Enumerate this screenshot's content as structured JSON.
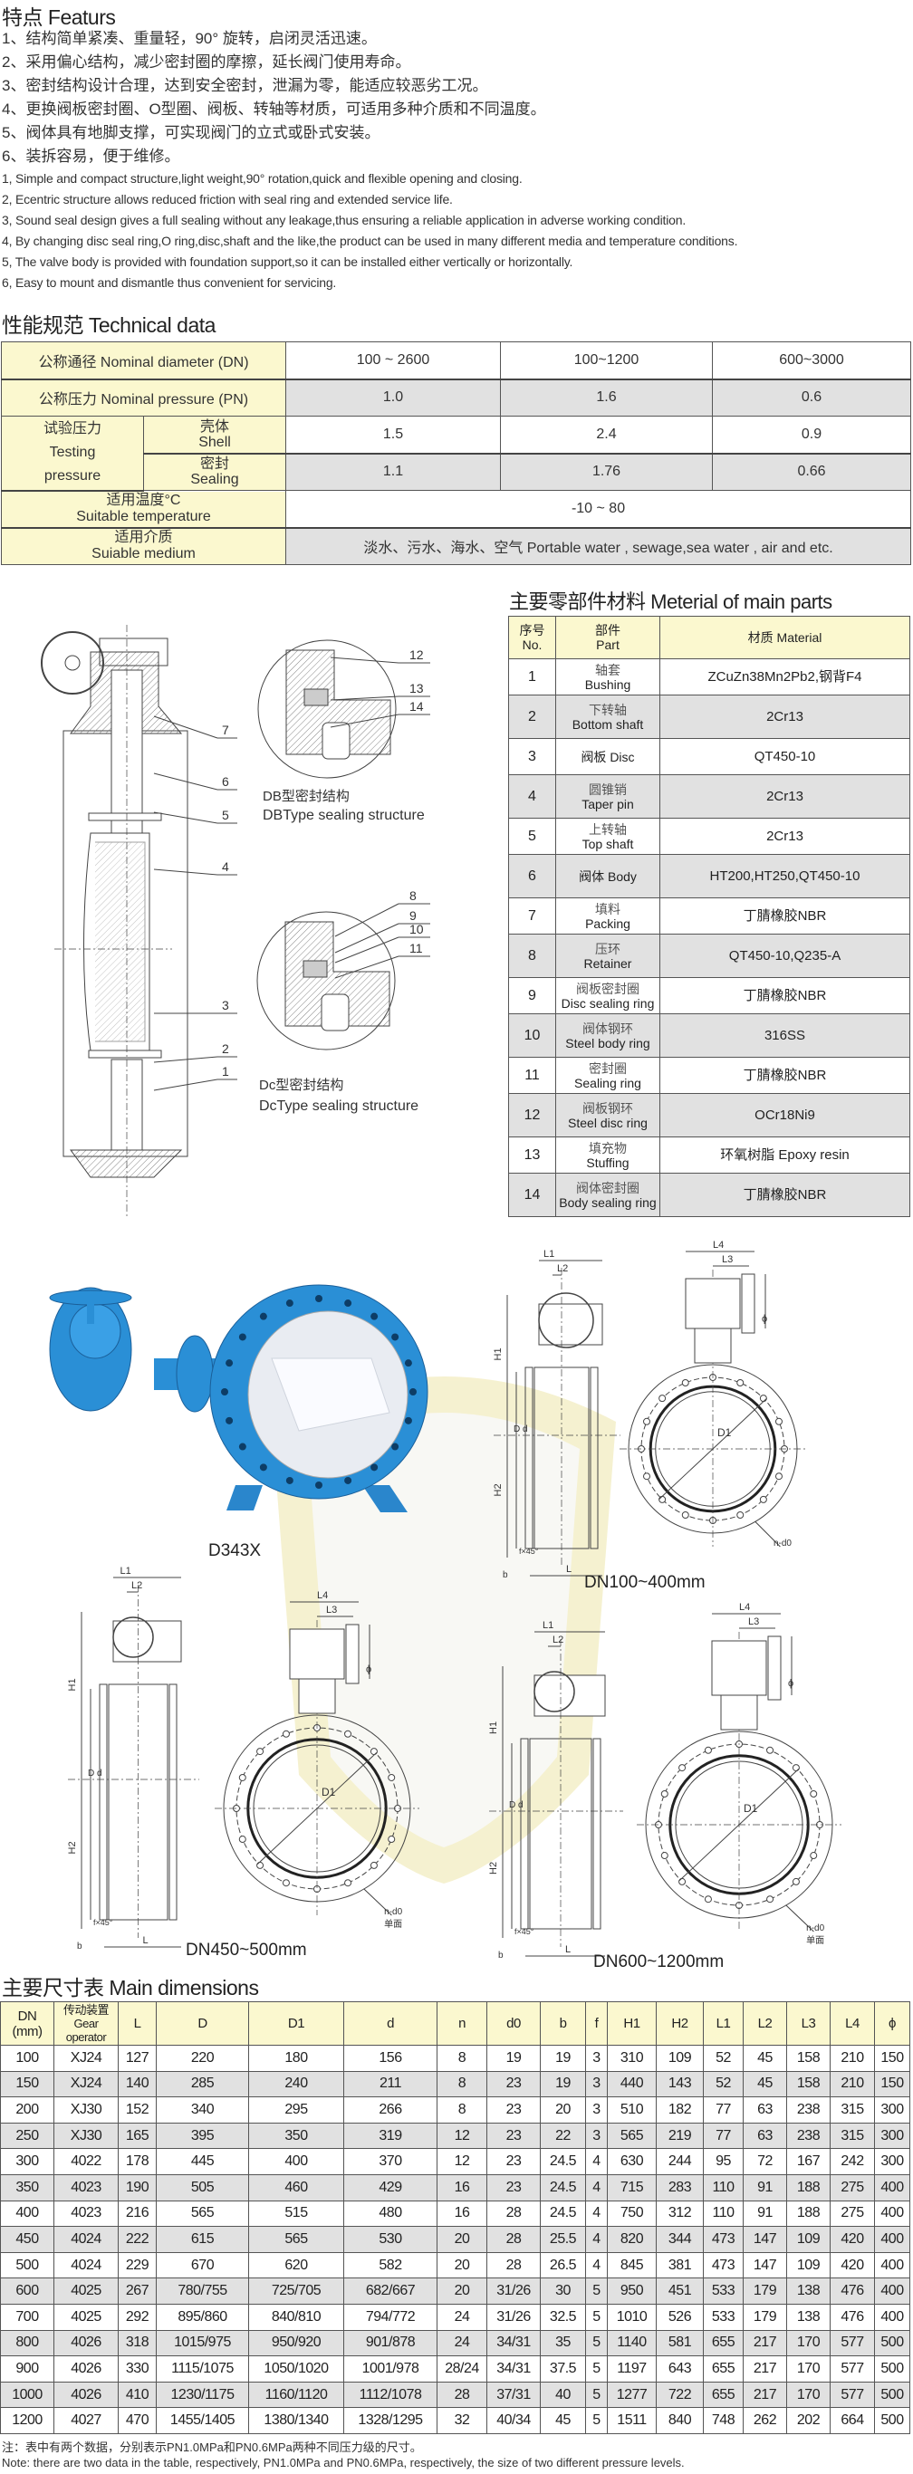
{
  "features": {
    "title": "特点 Featurs",
    "cn": [
      "1、结构简单紧凑、重量轻，90° 旋转，启闭灵活迅速。",
      "2、采用偏心结构，减少密封圈的摩擦，延长阀门使用寿命。",
      "3、密封结构设计合理，达到安全密封，泄漏为零，能适应较恶劣工况。",
      "4、更换阀板密封圈、O型圈、阀板、转轴等材质，可适用多种介质和不同温度。",
      "5、阀体具有地脚支撑，可实现阀门的立式或卧式安装。",
      "6、装拆容易，便于维修。"
    ],
    "en": [
      "1, Simple and compact structure,light weight,90° rotation,quick and flexible opening and closing.",
      "2, Ecentric structure allows reduced friction with seal ring and extended service life.",
      "3, Sound seal design gives a full sealing without any leakage,thus ensuring a reliable application in adverse working condition.",
      "4, By changing disc seal ring,O ring,disc,shaft and the like,the product can be used in many different media and temperature conditions.",
      "5, The valve body is provided with foundation support,so it can be installed either vertically or horizontally.",
      "6, Easy to mount and dismantle thus convenient for servicing."
    ]
  },
  "technical": {
    "title": "性能规范 Technical data",
    "nominal_diameter": {
      "label": "公称通径 Nominal diameter (DN)",
      "values": [
        "100 ~ 2600",
        "100~1200",
        "600~3000"
      ]
    },
    "nominal_pressure": {
      "label": "公称压力  Nominal pressure (PN)",
      "values": [
        "1.0",
        "1.6",
        "0.6"
      ]
    },
    "testing_pressure": {
      "label_cn": "试验压力",
      "label_en1": "Testing",
      "label_en2": "pressure"
    },
    "shell": {
      "label_cn": "壳体",
      "label_en": "Shell",
      "values": [
        "1.5",
        "2.4",
        "0.9"
      ]
    },
    "sealing": {
      "label_cn": "密封",
      "label_en": "Sealing",
      "values": [
        "1.1",
        "1.76",
        "0.66"
      ]
    },
    "temperature": {
      "label_cn": "适用温度°C",
      "label_en": "Suitable temperature",
      "value": "-10 ~ 80"
    },
    "medium": {
      "label_cn": "适用介质",
      "label_en": "Suiable medium",
      "value": "淡水、污水、海水、空气 Portable water , sewage,sea water , air and etc."
    }
  },
  "parts": {
    "title": "主要零部件材料 Meterial of main parts",
    "header": {
      "no_cn": "序号",
      "no_en": "No.",
      "part_cn": "部件",
      "part_en": "Part",
      "material": "材质 Material"
    },
    "rows": [
      {
        "no": "1",
        "cn": "轴套",
        "en": "Bushing",
        "material": "ZCuZn38Mn2Pb2,钢背F4"
      },
      {
        "no": "2",
        "cn": "下转轴",
        "en": "Bottom shaft",
        "material": "2Cr13"
      },
      {
        "no": "3",
        "cn": "",
        "en": "阀板 Disc",
        "material": "QT450-10"
      },
      {
        "no": "4",
        "cn": "圆锥销",
        "en": "Taper pin",
        "material": "2Cr13"
      },
      {
        "no": "5",
        "cn": "上转轴",
        "en": "Top shaft",
        "material": "2Cr13"
      },
      {
        "no": "6",
        "cn": "",
        "en": "阀体 Body",
        "material": "HT200,HT250,QT450-10"
      },
      {
        "no": "7",
        "cn": "填料",
        "en": "Packing",
        "material": "丁腈橡胶NBR"
      },
      {
        "no": "8",
        "cn": "压环",
        "en": "Retainer",
        "material": "QT450-10,Q235-A"
      },
      {
        "no": "9",
        "cn": "阀板密封圈",
        "en": "Disc sealing ring",
        "material": "丁腈橡胶NBR"
      },
      {
        "no": "10",
        "cn": "阀体钢环",
        "en": "Steel body ring",
        "material": "316SS"
      },
      {
        "no": "11",
        "cn": "密封圈",
        "en": "Sealing ring",
        "material": "丁腈橡胶NBR"
      },
      {
        "no": "12",
        "cn": "阀板钢环",
        "en": "Steel disc ring",
        "material": "OCr18Ni9"
      },
      {
        "no": "13",
        "cn": "填充物",
        "en": "Stuffing",
        "material": "环氧树脂 Epoxy resin"
      },
      {
        "no": "14",
        "cn": "阀体密封圈",
        "en": "Body sealing ring",
        "material": "丁腈橡胶NBR"
      }
    ]
  },
  "section_drawing": {
    "callouts": [
      "1",
      "2",
      "3",
      "4",
      "5",
      "6",
      "7",
      "8",
      "9",
      "10",
      "11",
      "12",
      "13",
      "14"
    ],
    "db_caption_cn": "DB型密封结构",
    "db_caption_en": "DBType sealing structure",
    "dc_caption_cn": "Dc型密封结构",
    "dc_caption_en": "DcType sealing structure"
  },
  "product": {
    "model": "D343X"
  },
  "drawings": {
    "captions": [
      "DN100~400mm",
      "DN450~500mm",
      "DN600~1200mm"
    ],
    "dims": {
      "L1": "L1",
      "L2": "L2",
      "L3": "L3",
      "L4": "L4",
      "H1": "H1",
      "H2": "H2",
      "D": "D",
      "d": "d",
      "D1": "D1",
      "b": "b",
      "L": "L",
      "f45": "f×45°",
      "nd0": "n-d0",
      "single": "单面",
      "phi": "ϕ"
    }
  },
  "dimensions": {
    "title": "主要尺寸表 Main dimensions",
    "header": {
      "dn1": "DN",
      "dn2": "(mm)",
      "gear1": "传动装置",
      "gear2": "Gear",
      "gear3": "operator",
      "cols": [
        "L",
        "D",
        "D1",
        "d",
        "n",
        "d0",
        "b",
        "f",
        "H1",
        "H2",
        "L1",
        "L2",
        "L3",
        "L4",
        "ϕ"
      ]
    },
    "rows": [
      [
        "100",
        "XJ24",
        "127",
        "220",
        "180",
        "156",
        "8",
        "19",
        "19",
        "3",
        "310",
        "109",
        "52",
        "45",
        "158",
        "210",
        "150"
      ],
      [
        "150",
        "XJ24",
        "140",
        "285",
        "240",
        "211",
        "8",
        "23",
        "19",
        "3",
        "440",
        "143",
        "52",
        "45",
        "158",
        "210",
        "150"
      ],
      [
        "200",
        "XJ30",
        "152",
        "340",
        "295",
        "266",
        "8",
        "23",
        "20",
        "3",
        "510",
        "182",
        "77",
        "63",
        "238",
        "315",
        "300"
      ],
      [
        "250",
        "XJ30",
        "165",
        "395",
        "350",
        "319",
        "12",
        "23",
        "22",
        "3",
        "565",
        "219",
        "77",
        "63",
        "238",
        "315",
        "300"
      ],
      [
        "300",
        "4022",
        "178",
        "445",
        "400",
        "370",
        "12",
        "23",
        "24.5",
        "4",
        "630",
        "244",
        "95",
        "72",
        "167",
        "242",
        "300"
      ],
      [
        "350",
        "4023",
        "190",
        "505",
        "460",
        "429",
        "16",
        "23",
        "24.5",
        "4",
        "715",
        "283",
        "110",
        "91",
        "188",
        "275",
        "400"
      ],
      [
        "400",
        "4023",
        "216",
        "565",
        "515",
        "480",
        "16",
        "28",
        "24.5",
        "4",
        "750",
        "312",
        "110",
        "91",
        "188",
        "275",
        "400"
      ],
      [
        "450",
        "4024",
        "222",
        "615",
        "565",
        "530",
        "20",
        "28",
        "25.5",
        "4",
        "820",
        "344",
        "473",
        "147",
        "109",
        "420",
        "400"
      ],
      [
        "500",
        "4024",
        "229",
        "670",
        "620",
        "582",
        "20",
        "28",
        "26.5",
        "4",
        "845",
        "381",
        "473",
        "147",
        "109",
        "420",
        "400"
      ],
      [
        "600",
        "4025",
        "267",
        "780/755",
        "725/705",
        "682/667",
        "20",
        "31/26",
        "30",
        "5",
        "950",
        "451",
        "533",
        "179",
        "138",
        "476",
        "400"
      ],
      [
        "700",
        "4025",
        "292",
        "895/860",
        "840/810",
        "794/772",
        "24",
        "31/26",
        "32.5",
        "5",
        "1010",
        "526",
        "533",
        "179",
        "138",
        "476",
        "400"
      ],
      [
        "800",
        "4026",
        "318",
        "1015/975",
        "950/920",
        "901/878",
        "24",
        "34/31",
        "35",
        "5",
        "1140",
        "581",
        "655",
        "217",
        "170",
        "577",
        "500"
      ],
      [
        "900",
        "4026",
        "330",
        "1115/1075",
        "1050/1020",
        "1001/978",
        "28/24",
        "34/31",
        "37.5",
        "5",
        "1197",
        "643",
        "655",
        "217",
        "170",
        "577",
        "500"
      ],
      [
        "1000",
        "4026",
        "410",
        "1230/1175",
        "1160/1120",
        "1112/1078",
        "28",
        "37/31",
        "40",
        "5",
        "1277",
        "722",
        "655",
        "217",
        "170",
        "577",
        "500"
      ],
      [
        "1200",
        "4027",
        "470",
        "1455/1405",
        "1380/1340",
        "1328/1295",
        "32",
        "40/34",
        "45",
        "5",
        "1511",
        "840",
        "748",
        "262",
        "202",
        "664",
        "500"
      ]
    ],
    "note_cn": "注：表中有两个数据，分别表示PN1.0MPa和PN0.6MPa两种不同压力级的尺寸。",
    "note_en": "Note: there are two data in the table, respectively, PN1.0MPa and PN0.6MPa, respectively, the size of two different pressure levels."
  },
  "colors": {
    "header_yellow": "#fbf8cf",
    "row_grey": "#e1e1e1",
    "valve_blue": "#2a8fd6",
    "watermark": "#f4efc8"
  }
}
